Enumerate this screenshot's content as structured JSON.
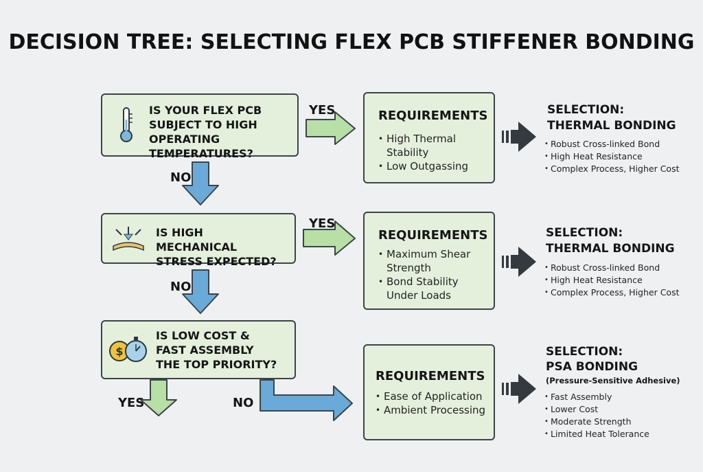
{
  "title": "DECISION TREE: SELECTING FLEX PCB STIFFENER BONDING",
  "questions": [
    {
      "text": "IS YOUR FLEX PCB SUBJECT TO HIGH OPERATING TEMPERATURES?",
      "icon": "thermometer-icon"
    },
    {
      "text": "IS HIGH MECHANICAL STRESS EXPECTED?",
      "icon": "stress-compression-icon"
    },
    {
      "text": "IS LOW COST & FAST ASSEMBLY THE TOP PRIORITY?",
      "icon": "cost-timer-icon"
    }
  ],
  "requirements": [
    {
      "title": "REQUIREMENTS",
      "items": [
        "High Thermal Stability",
        "Low Outgassing"
      ]
    },
    {
      "title": "REQUIREMENTS",
      "items": [
        "Maximum Shear Strength",
        "Bond Stability Under Loads"
      ]
    },
    {
      "title": "REQUIREMENTS",
      "items": [
        "Ease of Application",
        "Ambient Processing"
      ]
    }
  ],
  "selections": [
    {
      "heading": "SELECTION:",
      "name": "THERMAL BONDING",
      "subtitle": "",
      "items": [
        "Robust Cross-linked Bond",
        "High Heat Resistance",
        "Complex Process, Higher Cost"
      ]
    },
    {
      "heading": "SELECTION:",
      "name": "THERMAL BONDING",
      "subtitle": "",
      "items": [
        "Robust Cross-linked Bond",
        "High Heat Resistance",
        "Complex Process, Higher Cost"
      ]
    },
    {
      "heading": "SELECTION:",
      "name": "PSA BONDING",
      "subtitle": "(Pressure-Sensitive Adhesive)",
      "items": [
        "Fast Assembly",
        "Lower Cost",
        "Moderate Strength",
        "Limited Heat Tolerance"
      ]
    }
  ],
  "labels": {
    "yes": "YES",
    "no": "NO"
  },
  "colors": {
    "box_fill": "#e4f0dc",
    "box_border": "#3b4448",
    "yes_arrow": "#b8dfa6",
    "no_arrow": "#6aaad8",
    "select_arrow": "#343a40",
    "background": "#eef0f2"
  }
}
